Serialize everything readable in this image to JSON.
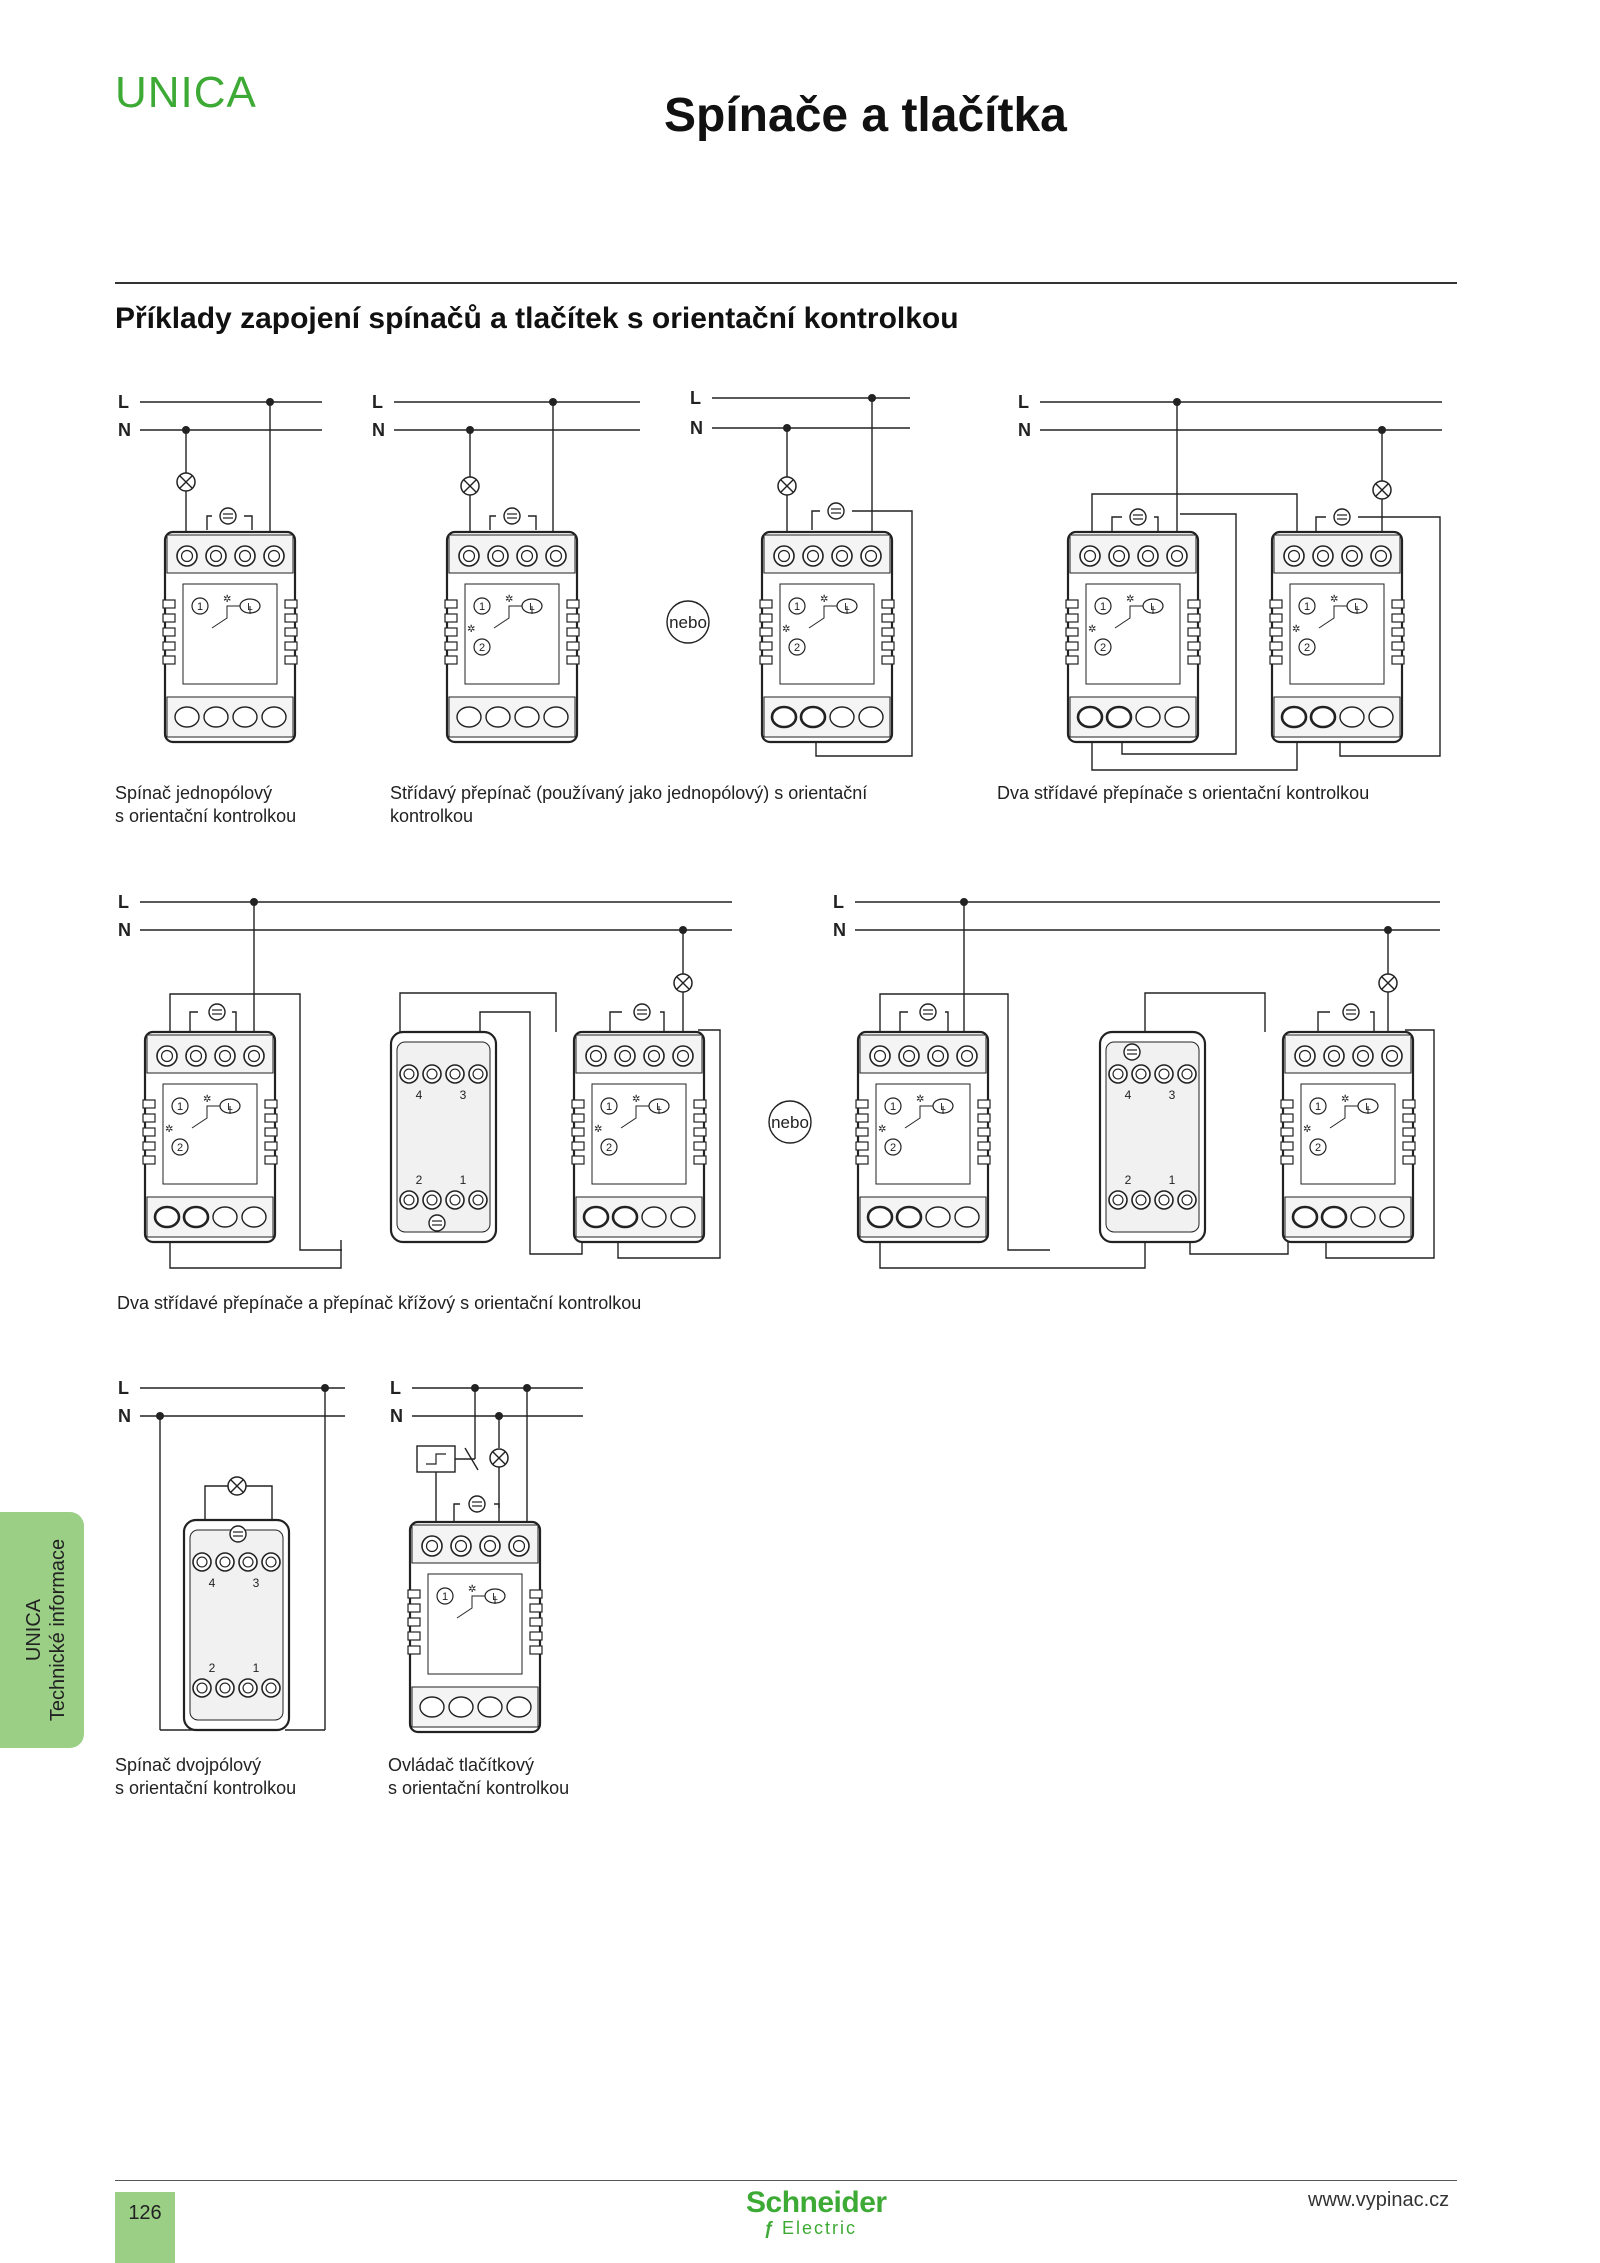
{
  "header": {
    "brand": "UNICA",
    "title": "Spínače a tlačítka"
  },
  "section": {
    "subtitle": "Příklady zapojení spínačů a tlačítek s orientační kontrolkou"
  },
  "labels": {
    "line": "L",
    "neutral": "N",
    "or": "nebo",
    "t1": "1",
    "t2": "2",
    "t3": "3",
    "t4": "4"
  },
  "captions": {
    "c1": [
      "Spínač jednopólový",
      "s orientační kontrolkou"
    ],
    "c2": [
      "Střídavý přepínač (používaný jako jednopólový) s orientační",
      "kontrolkou"
    ],
    "c3": [
      "Dva střídavé přepínače s orientační kontrolkou"
    ],
    "c4": [
      "Dva střídavé přepínače a přepínač křížový s orientační kontrolkou"
    ],
    "c5": [
      "Spínač dvojpólový",
      "s orientační kontrolkou"
    ],
    "c6": [
      "Ovládač tlačítkový",
      "s orientační kontrolkou"
    ]
  },
  "side_tab": {
    "line1": "UNICA",
    "line2": "Technické informace"
  },
  "footer": {
    "page_number": "126",
    "logo_main": "Schneider",
    "logo_sub": "Electric",
    "url": "www.vypinac.cz"
  },
  "colors": {
    "brand_green": "#3daa35",
    "tab_green": "#9bcf86"
  }
}
